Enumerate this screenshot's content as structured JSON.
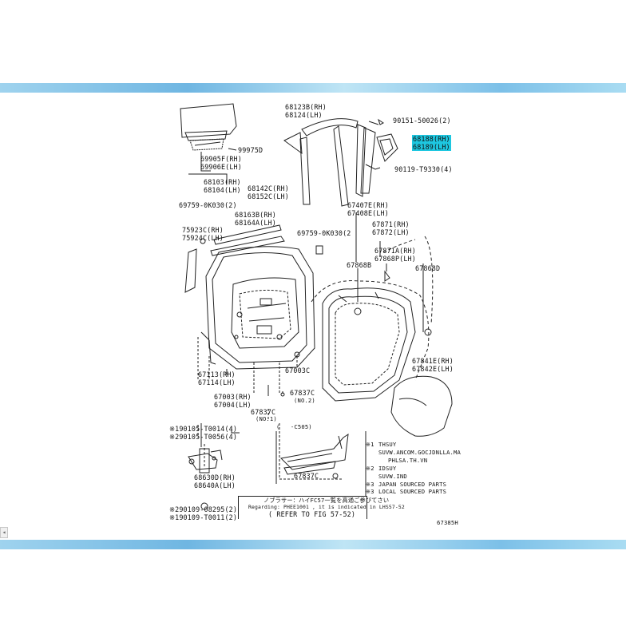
{
  "diagram": {
    "figure_code": "67385H",
    "parts": [
      {
        "id": "68123B",
        "label": "68123B(RH)"
      },
      {
        "id": "68124",
        "label": "68124(LH)"
      },
      {
        "id": "90151-50026",
        "label": "90151-50026(2)"
      },
      {
        "id": "68188",
        "label": "68188(RH)"
      },
      {
        "id": "68189",
        "label": "68189(LH)"
      },
      {
        "id": "99975D",
        "label": "99975D"
      },
      {
        "id": "69905F",
        "label": "69905F(RH)"
      },
      {
        "id": "69906E",
        "label": "69906E(LH)"
      },
      {
        "id": "90119-T9330",
        "label": "90119-T9330(4)"
      },
      {
        "id": "68103",
        "label": "68103(RH)"
      },
      {
        "id": "68104",
        "label": "68104(LH)"
      },
      {
        "id": "68142C",
        "label": "68142C(RH)"
      },
      {
        "id": "68152C",
        "label": "68152C(LH)"
      },
      {
        "id": "69759-0K030-a",
        "label": "69759-0K030(2)"
      },
      {
        "id": "67407E",
        "label": "67407E(RH)"
      },
      {
        "id": "67408E",
        "label": "67408E(LH)"
      },
      {
        "id": "68163B",
        "label": "68163B(RH)"
      },
      {
        "id": "68164A",
        "label": "68164A(LH)"
      },
      {
        "id": "75923C",
        "label": "75923C(RH)"
      },
      {
        "id": "75924C",
        "label": "75924C(LH)"
      },
      {
        "id": "69759-0K030-b",
        "label": "69759-0K030(2"
      },
      {
        "id": "67871",
        "label": "67871(RH)"
      },
      {
        "id": "67872",
        "label": "67872(LH)"
      },
      {
        "id": "67871A",
        "label": "67871A(RH)"
      },
      {
        "id": "67868P",
        "label": "67868P(LH)"
      },
      {
        "id": "67868B",
        "label": "67868B"
      },
      {
        "id": "67868D",
        "label": "67868D"
      },
      {
        "id": "67841E",
        "label": "67841E(RH)"
      },
      {
        "id": "67842E",
        "label": "67842E(LH)"
      },
      {
        "id": "67113",
        "label": "67113(RH)"
      },
      {
        "id": "67114",
        "label": "67114(LH)"
      },
      {
        "id": "67003C",
        "label": "67003C"
      },
      {
        "id": "67003",
        "label": "67003(RH)"
      },
      {
        "id": "67004",
        "label": "67004(LH)"
      },
      {
        "id": "67837C-a",
        "label": "67837C"
      },
      {
        "id": "67837C-b",
        "label": "67837C"
      },
      {
        "id": "67837C-c",
        "label": "67837C"
      },
      {
        "id": "90105-T0014",
        "label": "※190105-T0014(4)"
      },
      {
        "id": "90105-T0056",
        "label": "※290105-T0056(4)"
      },
      {
        "id": "68630D",
        "label": "68630D(RH)"
      },
      {
        "id": "68640A",
        "label": "68640A(LH)"
      },
      {
        "id": "90109-08295",
        "label": "※290109-08295(2)"
      },
      {
        "id": "90109-T0011",
        "label": "※190109-T0011(2)"
      }
    ],
    "sub_notes": {
      "no2": "(NO.2)",
      "no1": "(NO.1)",
      "c505": "(   -C505)"
    },
    "legend": {
      "l1_mark": "※1",
      "l1_a": "THSUY",
      "l1_b": "SUVW.ANCOM.GOCJDNLLA.MA",
      "l1_c": "PHLSA.TH.VN",
      "l2_mark": "※2",
      "l2_a": "IDSUY",
      "l2_b": "SUVW.IND",
      "l3_mark": "※3",
      "l3": "JAPAN SOURCED PARTS",
      "l4_mark": "※3",
      "l4": "LOCAL SOURCED PARTS"
    },
    "refer": {
      "jp": "ノブラサー：ハイFC57一覧を高通ご参びてさい",
      "en": "Regarding: PHEE1001 , it is indicated in LHS57-52",
      "fig": "( REFER TO FIG 57-52)"
    }
  }
}
